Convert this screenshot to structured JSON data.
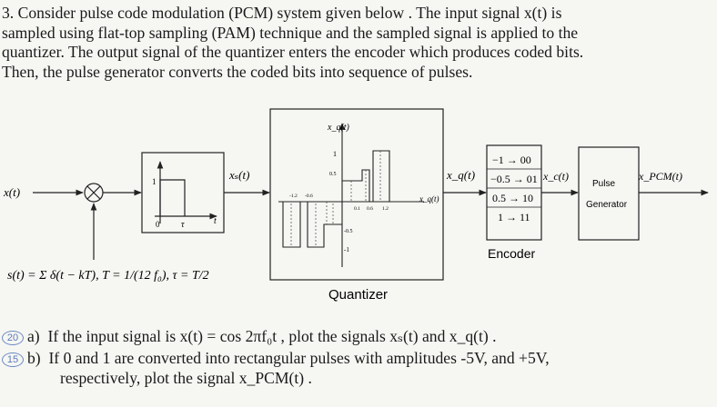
{
  "problem": {
    "number": "3.",
    "lines": [
      "Consider pulse code modulation (PCM) system given below . The input signal  x(t)  is",
      "sampled using flat-top sampling (PAM) technique and the sampled signal is applied to the",
      "quantizer. The output signal of the quantizer enters the encoder which produces coded bits.",
      "Then, the pulse generator converts the coded bits into sequence of pulses."
    ]
  },
  "diagram": {
    "input_label": "x(t)",
    "sampling_formula": "s(t) = Σ δ(t − kT), T = 1/(12 f₀), τ = T/2",
    "pulse_box": {
      "amp": "1",
      "origin": "0",
      "tau": "τ",
      "t": "t"
    },
    "xs_label": "xₛ(t)",
    "quantizer": {
      "title": "Quantizer",
      "ylabel": "x_q(t)",
      "out_label": "x_q(t)",
      "y_ticks": [
        "1",
        "0.5",
        "-0.5",
        "-1"
      ],
      "x_ticks_neg": [
        "-1.2",
        "-0.6"
      ],
      "x_ticks_pos": [
        "0.1",
        "0.6",
        "1.2"
      ]
    },
    "encoder": {
      "title": "Encoder",
      "rows": [
        "−1 → 00",
        "−0.5 → 01",
        "0.5 → 10",
        "1 → 11"
      ],
      "in_label": "x_q(t)",
      "out_label": "x_c(t)"
    },
    "pulse_generator": {
      "line1": "Pulse",
      "line2": "Generator",
      "out_label": "x_PCM(t)"
    }
  },
  "questions": [
    {
      "points": "20",
      "label": "a)",
      "text": "If the input signal is  x(t) = cos 2πf₀t , plot the signals  xₛ(t)  and  x_q(t) ."
    },
    {
      "points": "15",
      "label": "b)",
      "text_line1": "If 0 and 1 are converted into  rectangular pulses with amplitudes -5V, and +5V,",
      "text_line2": "respectively, plot the signal  x_PCM(t) ."
    }
  ]
}
